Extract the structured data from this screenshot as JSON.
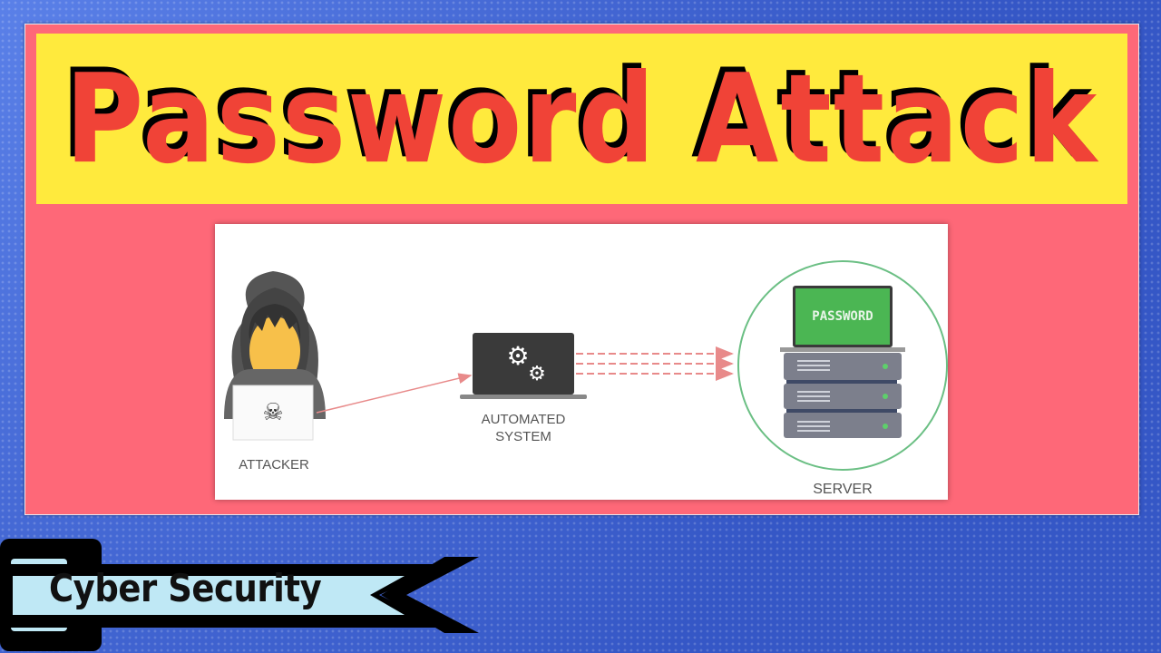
{
  "title": "Password Attack",
  "diagram": {
    "attacker_label": "ATTACKER",
    "system_label_line1": "AUTOMATED",
    "system_label_line2": "SYSTEM",
    "server_label": "SERVER",
    "server_screen_text": "PASSWORD",
    "colors": {
      "arrow": "#e88a8a",
      "server_circle": "#6bbf84",
      "screen_green": "#4bb653",
      "face": "#f7c04a"
    }
  },
  "banner": {
    "text": "Cyber Security"
  }
}
